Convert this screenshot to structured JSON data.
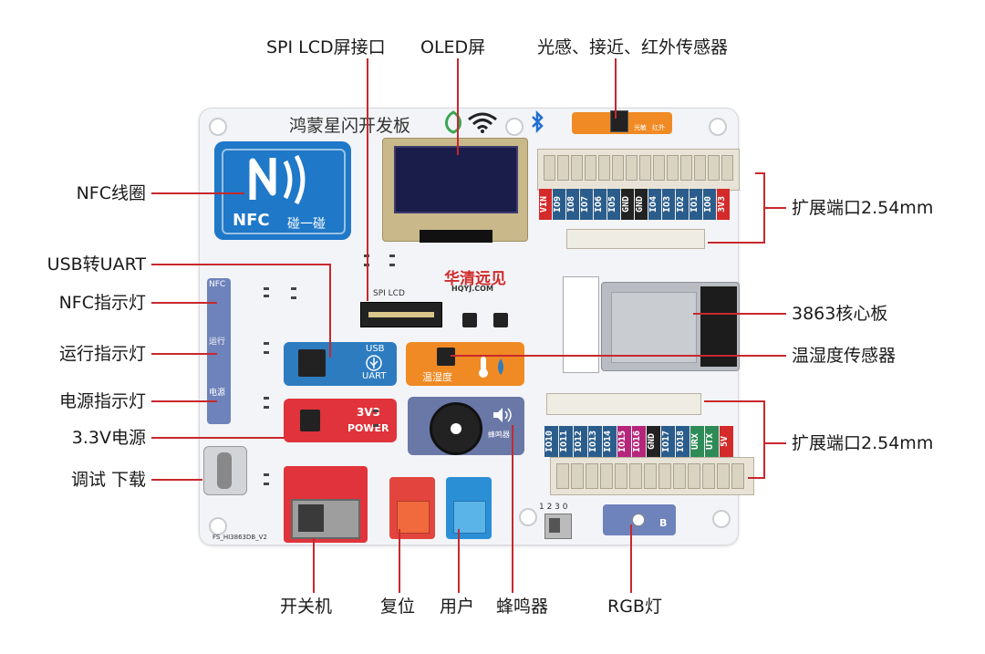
{
  "board": {
    "title": "鸿蒙星闪开发板",
    "nfc_text": "NFC",
    "nfc_sub": "碰一碰",
    "usb_text": "USB",
    "uart_text": "UART",
    "power_3v3": "3V3",
    "power_word": "POWER",
    "temp_text": "温湿度",
    "brand_cn": "华清远见",
    "brand_url": "HQYJ.COM",
    "spi_lcd": "SPI LCD",
    "nfc_small": "NFC",
    "run_small": "运行",
    "power_small": "电源",
    "board_id": "FS_HI3863DB_V2",
    "buzzer_small": "蜂鸣器",
    "rgb_b": "B",
    "switch_nums": "1 2 3 0",
    "led_sensor_a": "光敏",
    "led_sensor_b": "红外",
    "top_pins": [
      "VIN",
      "IO9",
      "IO8",
      "IO7",
      "IO6",
      "IO5",
      "GND",
      "GND",
      "IO4",
      "IO3",
      "IO2",
      "IO1",
      "IO0",
      "3V3"
    ],
    "top_pin_colors": [
      "#d42a2a",
      "#2b5d8c",
      "#2b5d8c",
      "#2b5d8c",
      "#2b5d8c",
      "#2b5d8c",
      "#222",
      "#222",
      "#2b5d8c",
      "#2b5d8c",
      "#2b5d8c",
      "#2b5d8c",
      "#2b5d8c",
      "#d42a2a"
    ],
    "bottom_pins": [
      "IO10",
      "IO11",
      "IO12",
      "IO13",
      "IO14",
      "IO15",
      "IO16",
      "GND",
      "IO17",
      "IO18",
      "URX",
      "UTX",
      "5V"
    ],
    "bottom_pin_colors": [
      "#2b5d8c",
      "#2b5d8c",
      "#2b5d8c",
      "#2b5d8c",
      "#2b5d8c",
      "#b5267a",
      "#b5267a",
      "#222",
      "#2b5d8c",
      "#2b5d8c",
      "#2e8b57",
      "#2e8b57",
      "#d42a2a"
    ]
  },
  "labels": {
    "spi_lcd": "SPI LCD屏接口",
    "oled": "OLED屏",
    "sensors": "光感、接近、红外传感器",
    "nfc_coil": "NFC线圈",
    "expansion_top": "扩展端口2.54mm",
    "usb_uart": "USB转UART",
    "nfc_led": "NFC指示灯",
    "core_board": "3863核心板",
    "run_led": "运行指示灯",
    "temp_humidity": "温湿度传感器",
    "power_led": "电源指示灯",
    "power_3v3": "3.3V电源",
    "expansion_bottom": "扩展端口2.54mm",
    "debug_download": "调试 下载",
    "power_switch": "开关机",
    "reset": "复位",
    "user": "用户",
    "buzzer": "蜂鸣器",
    "rgb_led": "RGB灯"
  },
  "colors": {
    "nfc_blue": "#1f78c8",
    "usb_blue": "#2e7cc0",
    "power_red": "#e0333b",
    "temp_orange": "#f08a24",
    "buzzer_slate": "#6a78a8",
    "reset_red": "#e3453e",
    "user_blue": "#2b8fd6",
    "leader_red": "#c8282d"
  }
}
